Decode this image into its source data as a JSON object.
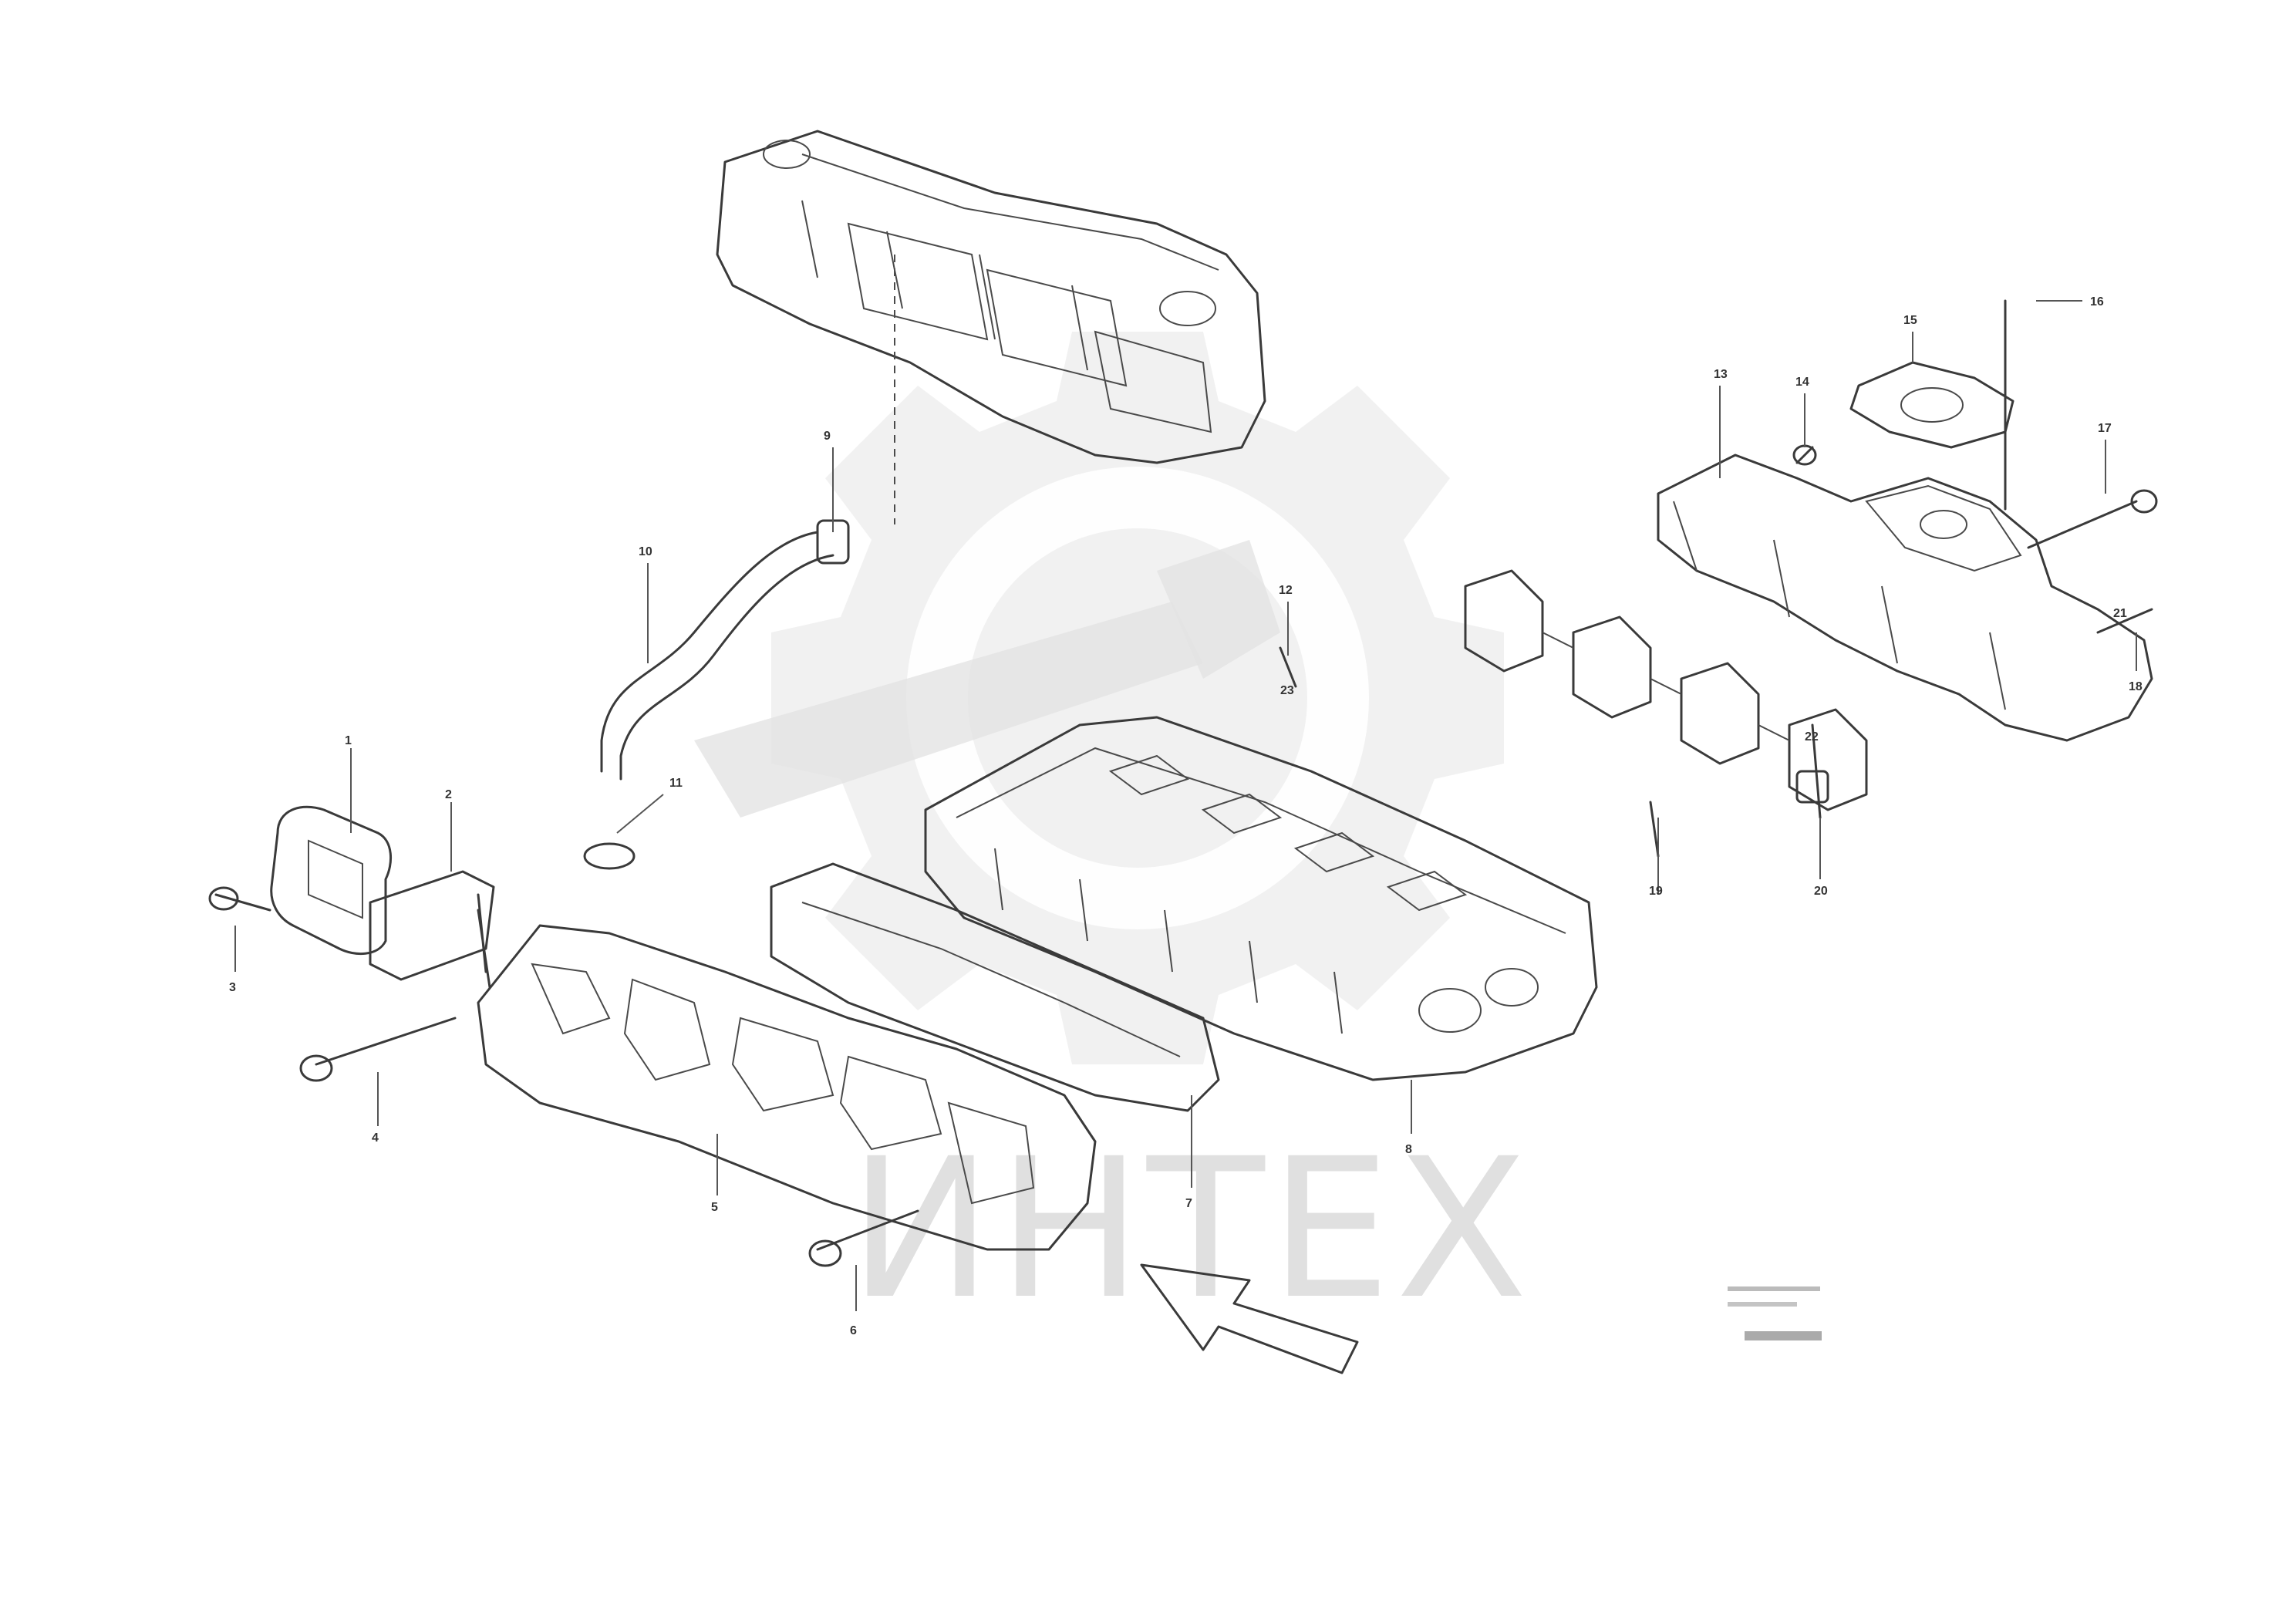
{
  "watermark": {
    "logo_icon": "gear-wrench-logo-icon",
    "text": "ИНТЕХ",
    "color": "#e0e0e0"
  },
  "callouts": [
    {
      "id": "c1",
      "label": "1"
    },
    {
      "id": "c2",
      "label": "2"
    },
    {
      "id": "c3",
      "label": "3"
    },
    {
      "id": "c4",
      "label": "4"
    },
    {
      "id": "c5",
      "label": "5"
    },
    {
      "id": "c6",
      "label": "6"
    },
    {
      "id": "c7",
      "label": "7"
    },
    {
      "id": "c8",
      "label": "8"
    },
    {
      "id": "c9",
      "label": "9"
    },
    {
      "id": "c10",
      "label": "10"
    },
    {
      "id": "c11",
      "label": "11"
    },
    {
      "id": "c12",
      "label": "12"
    },
    {
      "id": "c13",
      "label": "13"
    },
    {
      "id": "c14",
      "label": "14"
    },
    {
      "id": "c15",
      "label": "15"
    },
    {
      "id": "c16",
      "label": "16"
    },
    {
      "id": "c17",
      "label": "17"
    },
    {
      "id": "c18",
      "label": "18"
    },
    {
      "id": "c19",
      "label": "19"
    },
    {
      "id": "c20",
      "label": "20"
    },
    {
      "id": "c21",
      "label": "21"
    },
    {
      "id": "c22",
      "label": "22"
    },
    {
      "id": "c23",
      "label": "23"
    }
  ],
  "reference": {
    "line1": "",
    "line2": "",
    "code": ""
  },
  "colors": {
    "line": "#3a3a3a",
    "background": "#ffffff"
  }
}
